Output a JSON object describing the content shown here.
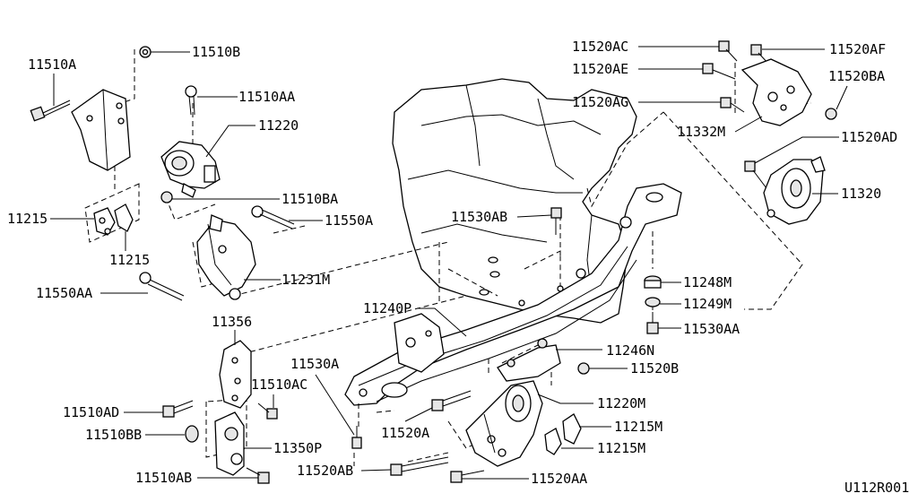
{
  "callouts": [
    {
      "id": "c0",
      "text": "11510A"
    },
    {
      "id": "c1",
      "text": "11510B"
    },
    {
      "id": "c2",
      "text": "11510AA"
    },
    {
      "id": "c3",
      "text": "11220"
    },
    {
      "id": "c4",
      "text": "11510BA"
    },
    {
      "id": "c5",
      "text": "11550A"
    },
    {
      "id": "c6",
      "text": "11215"
    },
    {
      "id": "c7",
      "text": "11215"
    },
    {
      "id": "c8",
      "text": "11231M"
    },
    {
      "id": "c9",
      "text": "11550AA"
    },
    {
      "id": "c10",
      "text": "11356"
    },
    {
      "id": "c11",
      "text": "11510AC"
    },
    {
      "id": "c12",
      "text": "11510AD"
    },
    {
      "id": "c13",
      "text": "11510BB"
    },
    {
      "id": "c14",
      "text": "11350P"
    },
    {
      "id": "c15",
      "text": "11510AB"
    },
    {
      "id": "c16",
      "text": "11530A"
    },
    {
      "id": "c17",
      "text": "11520AB"
    },
    {
      "id": "c18",
      "text": "11520A"
    },
    {
      "id": "c19",
      "text": "11240P"
    },
    {
      "id": "c20",
      "text": "11530AB"
    },
    {
      "id": "c21",
      "text": "11520AC"
    },
    {
      "id": "c22",
      "text": "11520AE"
    },
    {
      "id": "c23",
      "text": "11520AG"
    },
    {
      "id": "c24",
      "text": "11520AF"
    },
    {
      "id": "c25",
      "text": "11520BA"
    },
    {
      "id": "c26",
      "text": "11332M"
    },
    {
      "id": "c27",
      "text": "11520AD"
    },
    {
      "id": "c28",
      "text": "11320"
    },
    {
      "id": "c29",
      "text": "11248M"
    },
    {
      "id": "c30",
      "text": "11249M"
    },
    {
      "id": "c31",
      "text": "11530AA"
    },
    {
      "id": "c32",
      "text": "11246N"
    },
    {
      "id": "c33",
      "text": "11520B"
    },
    {
      "id": "c34",
      "text": "11220M"
    },
    {
      "id": "c35",
      "text": "11215M"
    },
    {
      "id": "c36",
      "text": "11215M"
    },
    {
      "id": "c37",
      "text": "11520AA"
    }
  ],
  "diagram_code": "U112R001"
}
